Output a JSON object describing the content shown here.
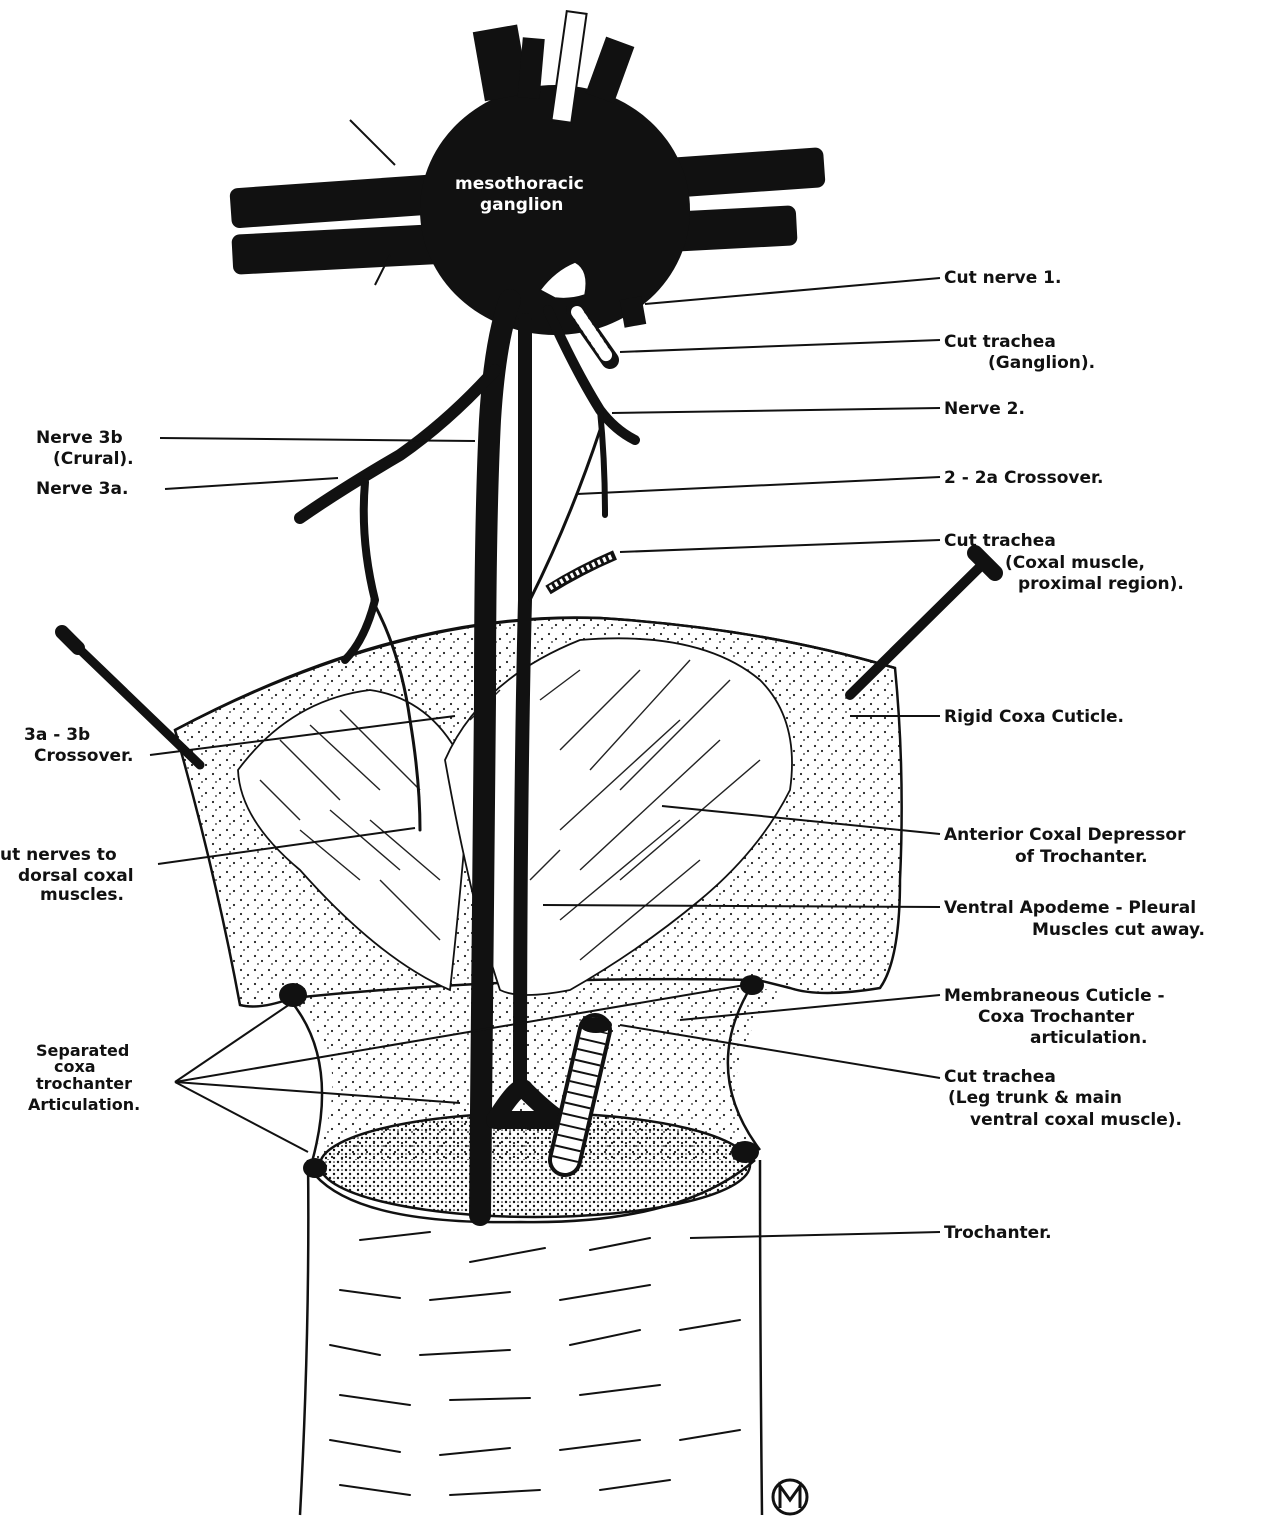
{
  "ganglion_label": {
    "line1": "mesothoracic",
    "line2": "ganglion"
  },
  "labels_right": [
    {
      "id": "cut-nerve-1",
      "lines": [
        "Cut nerve 1."
      ]
    },
    {
      "id": "cut-trachea-ganglion",
      "lines": [
        "Cut trachea",
        "(Ganglion)."
      ]
    },
    {
      "id": "nerve-2",
      "lines": [
        "Nerve 2."
      ]
    },
    {
      "id": "crossover-2-2a",
      "lines": [
        "2 - 2a Crossover."
      ]
    },
    {
      "id": "cut-trachea-coxal",
      "lines": [
        "Cut trachea",
        "(Coxal muscle,",
        "proximal region)."
      ]
    },
    {
      "id": "rigid-coxa-cuticle",
      "lines": [
        "Rigid Coxa Cuticle."
      ]
    },
    {
      "id": "anterior-coxal-depressor",
      "lines": [
        "Anterior Coxal Depressor",
        "of Trochanter."
      ]
    },
    {
      "id": "ventral-apodeme",
      "lines": [
        "Ventral Apodeme - Pleural",
        "Muscles cut away."
      ]
    },
    {
      "id": "membraneous-cuticle",
      "lines": [
        "Membraneous Cuticle -",
        "Coxa Trochanter",
        "articulation."
      ]
    },
    {
      "id": "cut-trachea-leg",
      "lines": [
        "Cut trachea",
        "(Leg trunk & main",
        "ventral coxal muscle)."
      ]
    },
    {
      "id": "trochanter",
      "lines": [
        "Trochanter."
      ]
    }
  ],
  "labels_left": [
    {
      "id": "nerve-3b",
      "lines": [
        "Nerve 3b",
        "(Crural)."
      ]
    },
    {
      "id": "nerve-3a",
      "lines": [
        "Nerve 3a."
      ]
    },
    {
      "id": "crossover-3a-3b",
      "lines": [
        "3a - 3b",
        "Crossover."
      ]
    },
    {
      "id": "cut-nerves-dorsal",
      "lines": [
        "ut nerves to",
        "dorsal coxal",
        "muscles."
      ]
    },
    {
      "id": "separated-articulation",
      "lines": [
        "Separated",
        "coxa",
        "trochanter",
        "Articulation."
      ]
    }
  ],
  "colors": {
    "ink": "#111111",
    "paper": "#ffffff"
  }
}
